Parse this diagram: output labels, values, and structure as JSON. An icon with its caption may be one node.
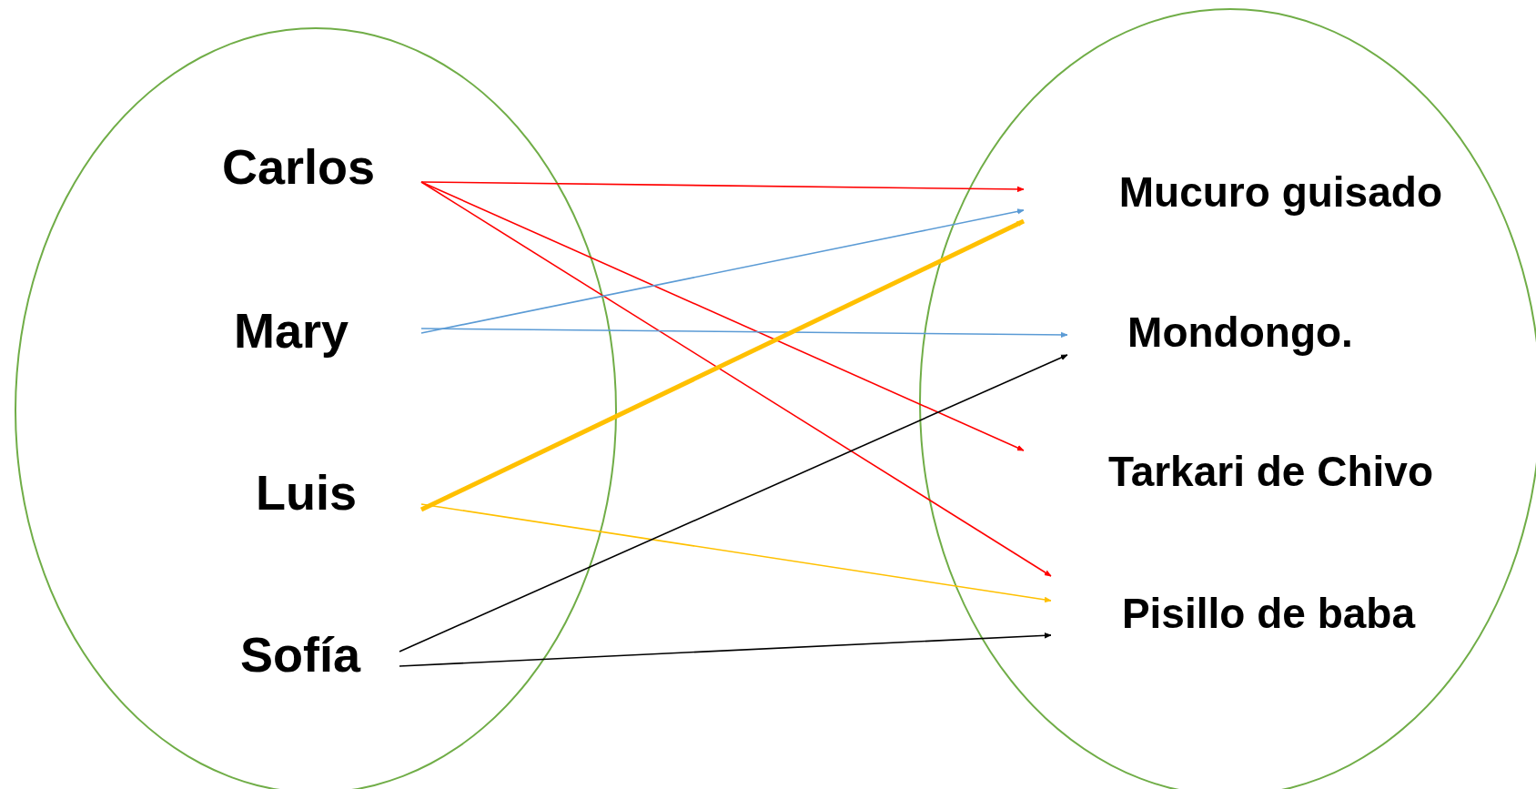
{
  "diagram": {
    "nodes": [
      {
        "text": [],
        "shape": "circle"
      },
      {
        "text": [
          "Carlos"
        ],
        "in": 0
      },
      {
        "text": [
          "Mary"
        ],
        "in": 0
      },
      {
        "text": [
          "Luis"
        ],
        "in": 0
      },
      {
        "text": [
          "Sofía"
        ],
        "in": 0
      },
      {
        "text": [],
        "shape": "circle"
      },
      {
        "text": [
          "Mucuro guisado"
        ],
        "in": 5
      },
      {
        "text": [
          "Mondongo."
        ],
        "in": 5
      },
      {
        "text": [
          "Tarkari de Chivo"
        ],
        "in": 5
      },
      {
        "text": [
          "Pisillo de baba"
        ],
        "in": 5
      }
    ],
    "edges": [
      {
        "from": 1,
        "to": 6,
        "arrow": "to",
        "color": "#ff0000"
      },
      {
        "from": 1,
        "to": 8,
        "arrow": "to",
        "color": "#ff0000"
      },
      {
        "from": 1,
        "to": 9,
        "arrow": "to",
        "color": "#ff0000"
      },
      {
        "from": 2,
        "to": 6,
        "arrow": "to",
        "color": "#5b9bd5"
      },
      {
        "from": 2,
        "to": 7,
        "arrow": "to",
        "color": "#5b9bd5"
      },
      {
        "from": 3,
        "to": 6,
        "arrow": "to",
        "color": "#ffc000",
        "style": "thick"
      },
      {
        "from": 3,
        "to": 9,
        "arrow": "to",
        "color": "#ffc000"
      },
      {
        "from": 4,
        "to": 7,
        "arrow": "to",
        "color": "#000000"
      },
      {
        "from": 4,
        "to": 9,
        "arrow": "to",
        "color": "#000000"
      }
    ]
  }
}
